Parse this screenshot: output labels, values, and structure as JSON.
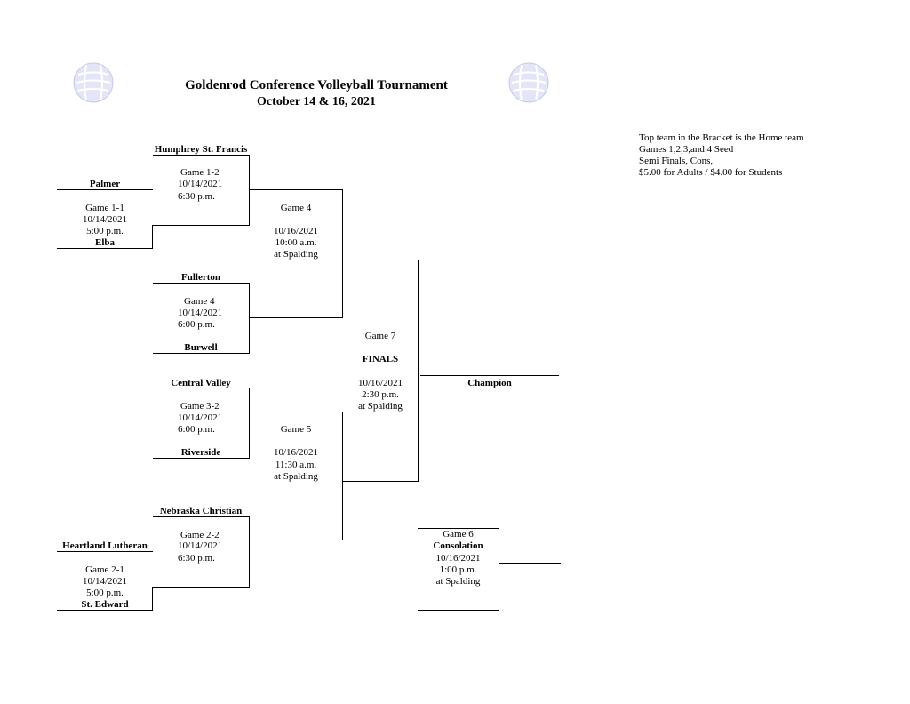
{
  "header": {
    "title": "Goldenrod Conference Volleyball Tournament",
    "subtitle": "October 14 & 16, 2021",
    "logo_icon": "volleyball-icon"
  },
  "notes": [
    "Top team in the Bracket is the Home team",
    "Games 1,2,3,and 4 Seed",
    "Semi Finals, Cons,",
    "$5.00 for Adults / $4.00 for Students"
  ],
  "games": {
    "g11": {
      "name": "Game 1-1",
      "date": "10/14/2021",
      "time": "5:00 p.m.",
      "home": "Palmer",
      "away": "Elba"
    },
    "g12": {
      "name": "Game 1-2",
      "date": "10/14/2021",
      "time": "6:30 p.m.",
      "home": "Humphrey St. Francis"
    },
    "g4a": {
      "name": "Game 4",
      "date": "10/14/2021",
      "time": "6:00 p.m.",
      "home": "Fullerton",
      "away": "Burwell"
    },
    "g32": {
      "name": "Game 3-2",
      "date": "10/14/2021",
      "time": "6:00 p.m.",
      "home": "Central Valley",
      "away": "Riverside"
    },
    "g22": {
      "name": "Game 2-2",
      "date": "10/14/2021",
      "time": "6:30 p.m.",
      "home": "Nebraska Christian"
    },
    "g21": {
      "name": "Game 2-1",
      "date": "10/14/2021",
      "time": "5:00 p.m.",
      "home": "Heartland Lutheran",
      "away": "St. Edward"
    },
    "g4": {
      "name": "Game 4",
      "date": "10/16/2021",
      "time": "10:00 a.m.",
      "location": "at Spalding"
    },
    "g5": {
      "name": "Game 5",
      "date": "10/16/2021",
      "time": "11:30 a.m.",
      "location": "at Spalding"
    },
    "g7": {
      "name": "Game 7",
      "label": "FINALS",
      "date": "10/16/2021",
      "time": "2:30 p.m.",
      "location": "at Spalding"
    },
    "g6": {
      "name": "Game 6",
      "label": "Consolation",
      "date": "10/16/2021",
      "time": "1:00 p.m.",
      "location": "at Spalding"
    }
  },
  "champion": {
    "label": "Champion"
  }
}
